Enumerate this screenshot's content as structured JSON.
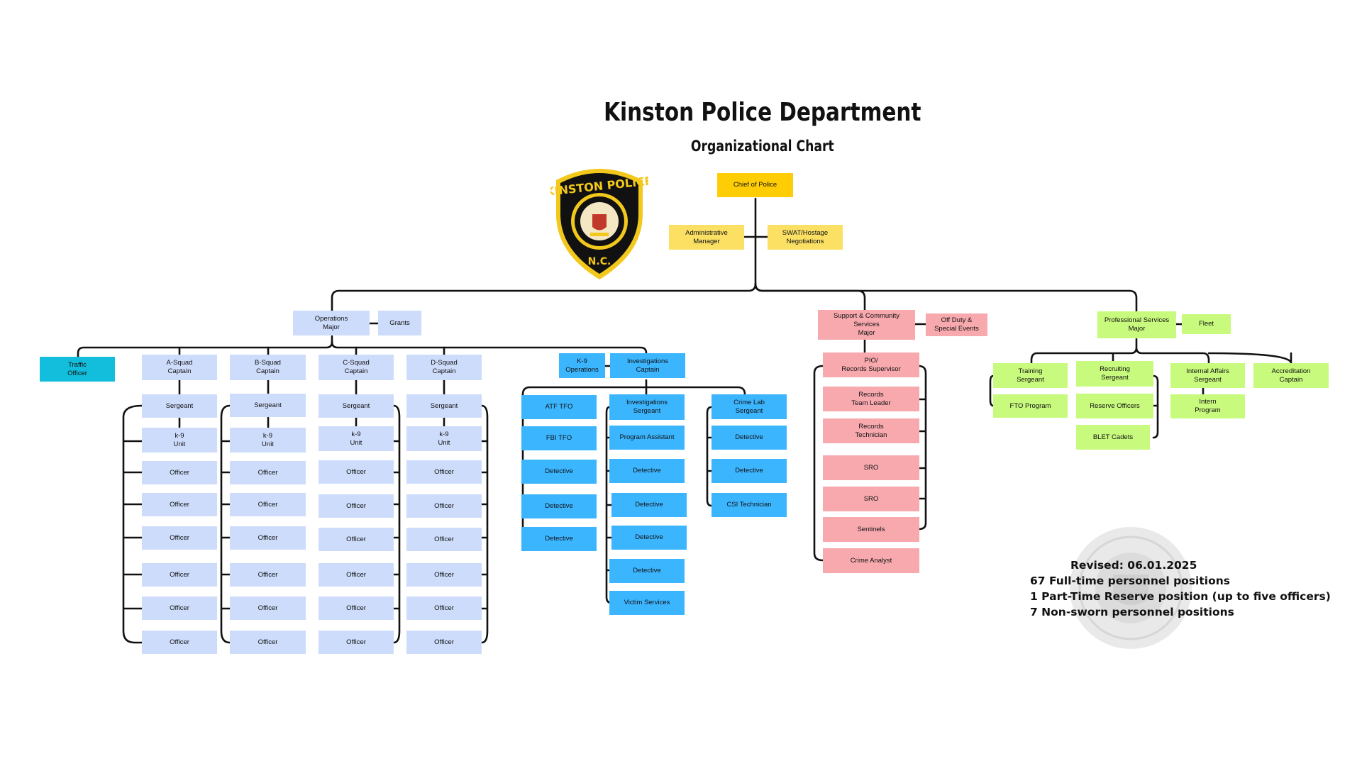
{
  "header": {
    "title": "Kinston Police Department",
    "subtitle": "Organizational Chart"
  },
  "badge": {
    "top_text": "KINSTON POLICE",
    "bottom_text": "N.C."
  },
  "colors": {
    "chief": "#ffcd05",
    "staff": "#fbe064",
    "patrol": "#cddcfb",
    "traffic": "#13bedc",
    "investigations": "#3cb5ff",
    "support": "#f7a9ae",
    "professional": "#c8fa7d"
  },
  "nodes": {
    "chief": "Chief of Police",
    "admin_manager": "Administrative\nManager",
    "swat": "SWAT/Hostage\nNegotiations",
    "ops_major": "Operations\nMajor",
    "grants": "Grants",
    "traffic": "Traffic\nOfficer",
    "a_captain": "A-Squad\nCaptain",
    "b_captain": "B-Squad\nCaptain",
    "c_captain": "C-Squad\nCaptain",
    "d_captain": "D-Squad\nCaptain",
    "k9_ops": "K-9\nOperations",
    "inv_captain": "Investigations\nCaptain",
    "support_major": "Support & Community\nServices\nMajor",
    "off_duty": "Off Duty &\nSpecial Events",
    "prof_major": "Professional Services\nMajor",
    "fleet": "Fleet"
  },
  "squads": [
    {
      "key": "a",
      "items": [
        "Sergeant",
        "k-9\nUnit",
        "Officer",
        "Officer",
        "Officer",
        "Officer",
        "Officer",
        "Officer"
      ]
    },
    {
      "key": "b",
      "items": [
        "Sergeant",
        "k-9\nUnit",
        "Officer",
        "Officer",
        "Officer",
        "Officer",
        "Officer",
        "Officer"
      ]
    },
    {
      "key": "c",
      "items": [
        "Sergeant",
        "k-9\nUnit",
        "Officer",
        "Officer",
        "Officer",
        "Officer",
        "Officer",
        "Officer"
      ]
    },
    {
      "key": "d",
      "items": [
        "Sergeant",
        "k-9\nUnit",
        "Officer",
        "Officer",
        "Officer",
        "Officer",
        "Officer",
        "Officer"
      ]
    }
  ],
  "investigations": {
    "left": [
      "ATF TFO",
      "FBI TFO",
      "Detective",
      "Detective",
      "Detective"
    ],
    "middle_head": "Investigations\nSergeant",
    "middle": [
      "Program Assistant",
      "Detective",
      "Detective",
      "Detective",
      "Detective",
      "Victim Services"
    ],
    "right_head": "Crime Lab\nSergeant",
    "right": [
      "Detective",
      "Detective",
      "CSI Technician"
    ]
  },
  "support": [
    "PIO/\nRecords Supervisor",
    "Records\nTeam Leader",
    "Records\nTechnician",
    "SRO",
    "SRO",
    "Sentinels",
    "Crime Analyst"
  ],
  "professional": {
    "training": "Training\nSergeant",
    "fto": "FTO Program",
    "recruiting": "Recruiting\nSergeant",
    "reserve": "Reserve Officers",
    "blet": "BLET Cadets",
    "internal_affairs": "Internal Affairs\nSergeant",
    "intern": "Intern\nProgram",
    "accreditation": "Accreditation\nCaptain"
  },
  "notes": {
    "revised": "Revised: 06.01.2025",
    "lines": [
      "67 Full-time personnel positions",
      "1 Part-Time Reserve position (up to five officers)",
      "7 Non-sworn personnel positions"
    ]
  }
}
